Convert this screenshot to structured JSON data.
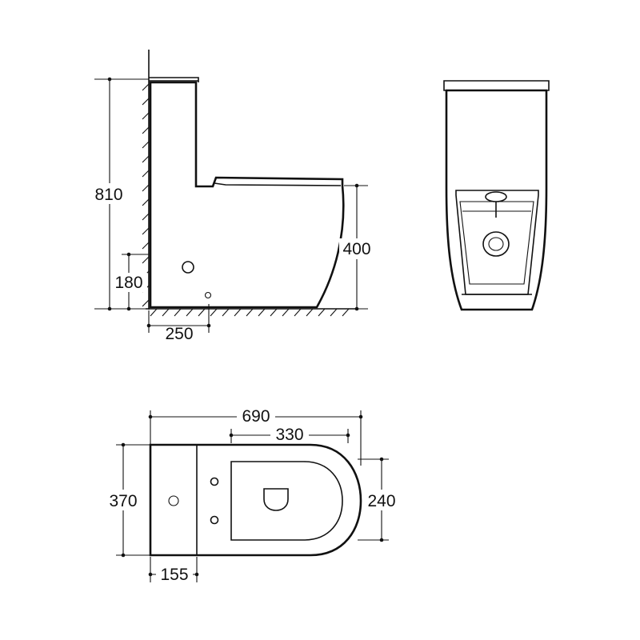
{
  "dimensions": {
    "height_total": "810",
    "height_outlet_centre": "180",
    "height_seat": "400",
    "rough_in": "250",
    "length_total": "690",
    "seat_length": "330",
    "width_total": "370",
    "width_bowl": "240",
    "tank_depth": "155"
  },
  "colors": {
    "line": "#111111",
    "background": "#ffffff"
  }
}
